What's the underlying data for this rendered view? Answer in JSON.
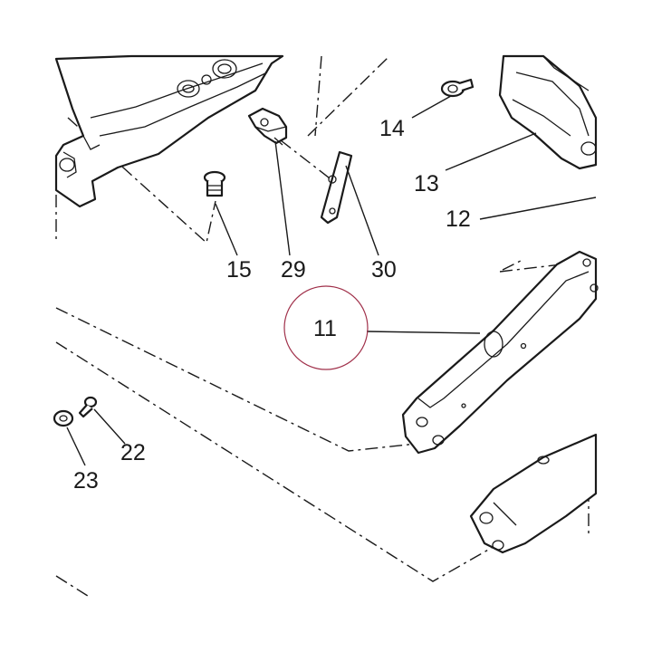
{
  "callouts": {
    "c11": "11",
    "c12": "12",
    "c13": "13",
    "c14": "14",
    "c15": "15",
    "c22": "22",
    "c23": "23",
    "c29": "29",
    "c30": "30"
  },
  "colors": {
    "line": "#1a1a1a",
    "highlight_circle": "#a0304a",
    "background": "#ffffff"
  },
  "highlighted_callout": "11"
}
